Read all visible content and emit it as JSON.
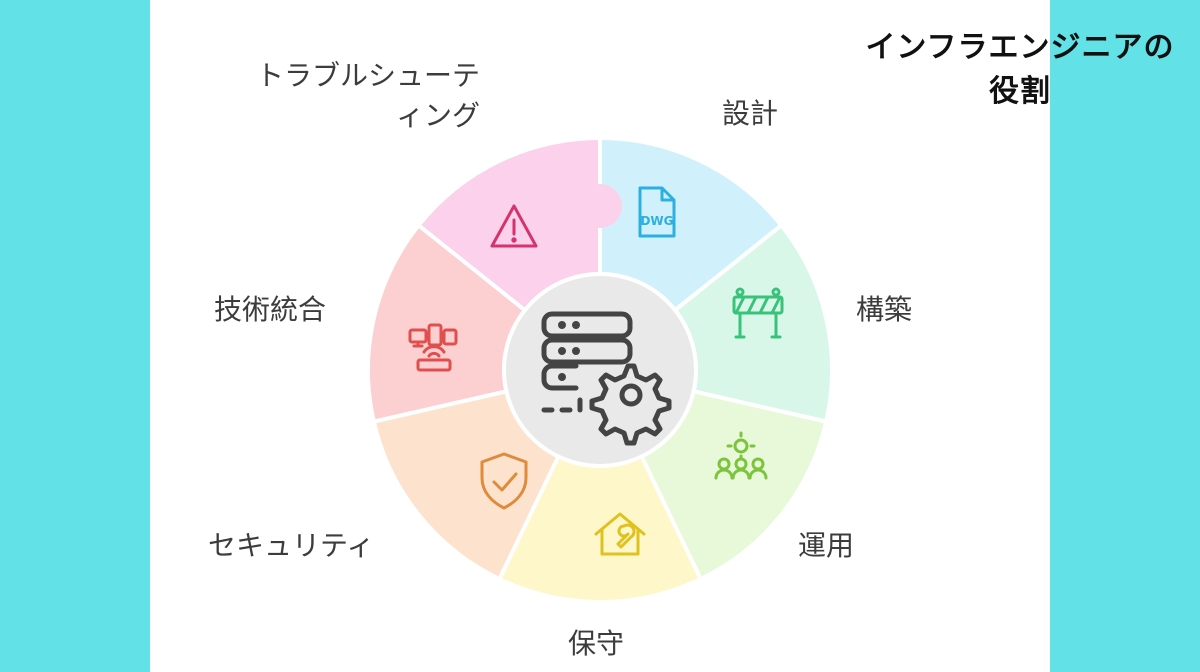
{
  "title": "インフラエンジニアの\n役割",
  "title_lines": [
    "インフラエンジニアの",
    "役割"
  ],
  "center": {
    "icon": "server-gear-icon"
  },
  "segments": [
    {
      "id": "design",
      "label": "設計",
      "icon": "dwg-file-icon",
      "fill": "#d0f1fc",
      "stroke": "#2bb0e0"
    },
    {
      "id": "build",
      "label": "構築",
      "icon": "construction-barrier-icon",
      "fill": "#d9f7e8",
      "stroke": "#37c47a"
    },
    {
      "id": "operation",
      "label": "運用",
      "icon": "team-gear-icon",
      "fill": "#e8f9d9",
      "stroke": "#7cc43c"
    },
    {
      "id": "maintenance",
      "label": "保守",
      "icon": "house-wrench-icon",
      "fill": "#fdf7c9",
      "stroke": "#e0c11e"
    },
    {
      "id": "security",
      "label": "セキュリティ",
      "icon": "shield-check-icon",
      "fill": "#fde2cd",
      "stroke": "#e08a3c"
    },
    {
      "id": "integration",
      "label": "技術統合",
      "icon": "network-devices-icon",
      "fill": "#fcd0d0",
      "stroke": "#e04e4e"
    },
    {
      "id": "troubleshooting",
      "label_lines": [
        "トラブルシューテ",
        "ィング"
      ],
      "icon": "warning-triangle-icon",
      "fill": "#fbd1ec",
      "stroke": "#d6336c"
    }
  ]
}
